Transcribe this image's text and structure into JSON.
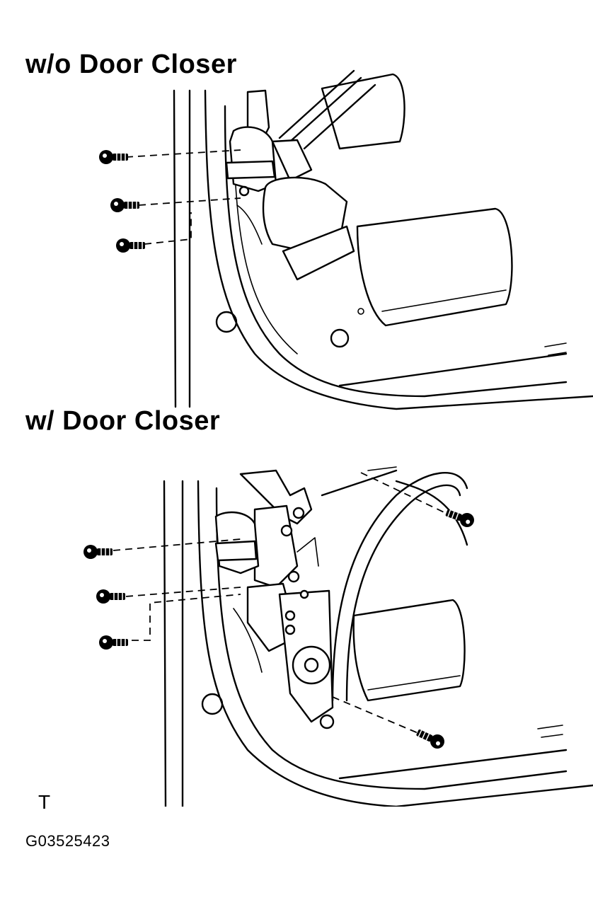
{
  "figure": {
    "top_title": "w/o Door Closer",
    "bottom_title": "w/ Door Closer",
    "corner_marker": "T",
    "figure_id": "G03525423"
  },
  "icons": {
    "bolt": "bolt-icon",
    "door_lock": "door-lock-assembly-icon"
  }
}
